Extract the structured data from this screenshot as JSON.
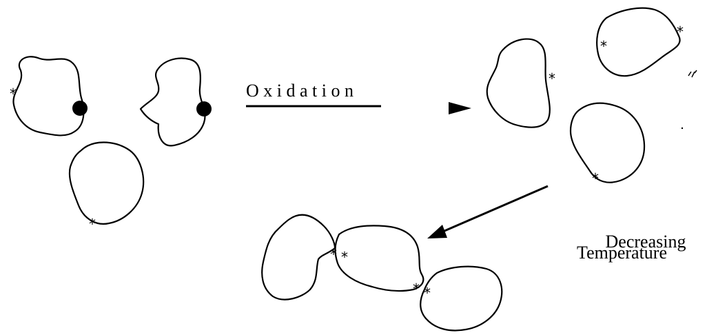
{
  "labels": {
    "oxidation": "O x i d a t i o n",
    "decreasing": "Decreasing",
    "temperature": "Temperature"
  },
  "colors": {
    "ink": "#000000",
    "background": "#ffffff"
  }
}
